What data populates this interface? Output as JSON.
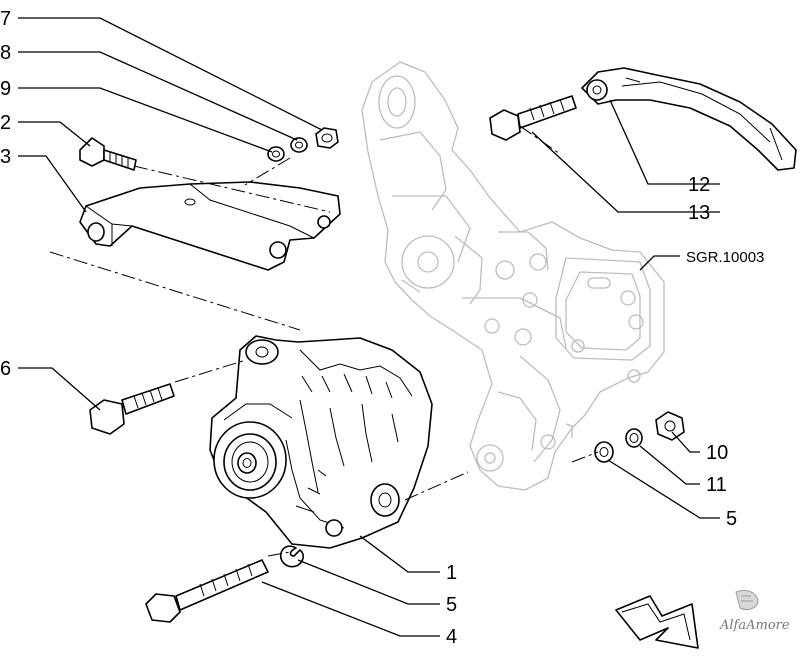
{
  "diagram": {
    "code": "SGR.10003",
    "logo": "AlfaAmore",
    "callouts": {
      "c7": "7",
      "c8": "8",
      "c9": "9",
      "c2": "2",
      "c3": "3",
      "c6": "6",
      "c12": "12",
      "c13": "13",
      "c10": "10",
      "c11": "11",
      "c5a": "5",
      "c1": "1",
      "c5b": "5",
      "c4": "4"
    }
  }
}
